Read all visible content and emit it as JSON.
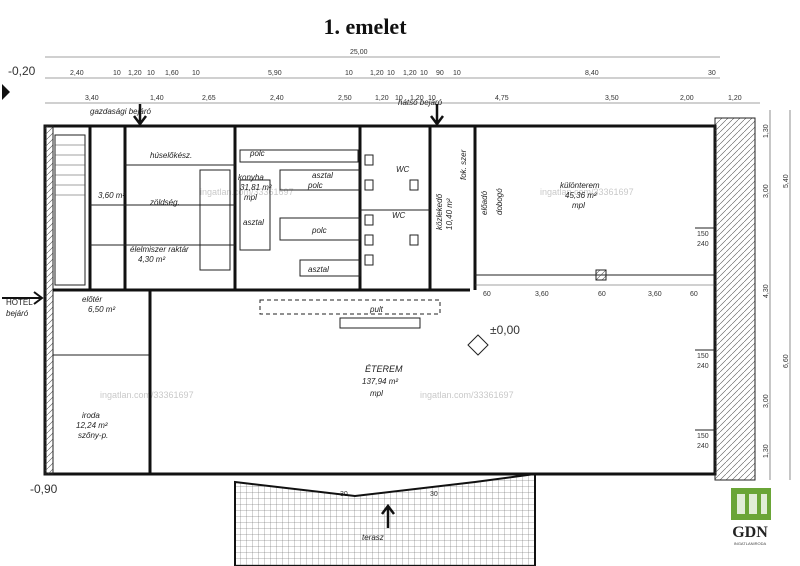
{
  "title": "1. emelet",
  "top_dims_row1": [
    "25,00"
  ],
  "top_dims_row2": [
    "2,40",
    "10",
    "1,20",
    "10",
    "1,60",
    "10",
    "5,90",
    "10",
    "1,20",
    "10",
    "1,20",
    "10",
    "90",
    "10",
    "8,40",
    "30"
  ],
  "top_dims_row3": [
    "3,40",
    "1,40",
    "2,65",
    "2,40",
    "2,50",
    "1,20",
    "10",
    "1,20",
    "10",
    "4,75",
    "3,50",
    "2,00",
    "1,20"
  ],
  "level_marks": {
    "top_left": "-0,20",
    "center": "±0,00",
    "bottom_left": "-0,90"
  },
  "entrances": {
    "gazdasagi": "gazdasági bejáró",
    "hotel": "HOTEL",
    "hotel_sub": "bejáró",
    "hatso": "hátsó bejáró"
  },
  "rooms": {
    "konyha": "konyha",
    "konyha_area": "31,81 m²",
    "konyha_floor": "mpl",
    "etterem": "ÉTEREM",
    "etterem_area": "137,94 m²",
    "etterem_floor": "mpl",
    "kulonterem": "különterem",
    "kulonterem_area": "45,36 m²",
    "kulonterem_floor": "mpl",
    "iroda": "iroda",
    "iroda_area": "12,24 m²",
    "iroda_floor": "szőny-p.",
    "eloter": "előtér",
    "eloter_area": "6,50 m²",
    "husaraktar": "húselőkész.",
    "husaraktar_area": "3,60 m²",
    "zoldseg": "zöldség.",
    "elelmiszer": "élelmiszer raktár",
    "elelmiszer_area": "4,30 m²",
    "kozlekedo": "közlekedő",
    "kozlekedo_area": "10,40 m²",
    "wc": "WC",
    "pult": "pult",
    "terasz": "terasz",
    "fokaszer": "fok. szer",
    "eloado": "előadó",
    "dobogo": "dobogó"
  },
  "furniture": [
    "asztal",
    "polc",
    "asztal",
    "polc",
    "asztal",
    "polc"
  ],
  "side_dims": [
    "1,30",
    "3,00",
    "5,40",
    "4,30",
    "6,60",
    "3,00",
    "1,30"
  ],
  "markers": [
    "150",
    "240",
    "150",
    "240",
    "150",
    "240",
    "60",
    "60",
    "3,60",
    "3,60",
    "60",
    "30",
    "30"
  ],
  "watermarks": [
    "ingatlan.com/33361697",
    "ingatlan.com/33361697",
    "ingatlan.com/33361697",
    "ingatlan.com/33361697"
  ],
  "logo": {
    "text": "GDN",
    "subtext": "INGATLANIRODA"
  },
  "colors": {
    "line": "#111111",
    "logo_green": "#6aa537",
    "watermark": "#c9c9c9"
  }
}
